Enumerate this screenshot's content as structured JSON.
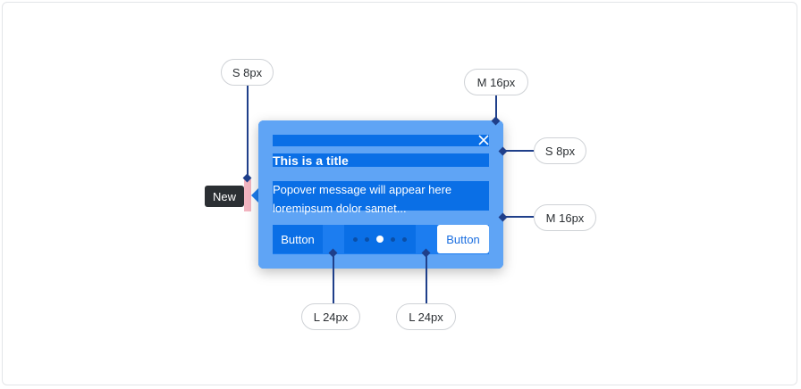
{
  "tag": {
    "label": "New"
  },
  "popover": {
    "title": "This is a title",
    "message_line1": "Popover message will appear here",
    "message_line2": "loremipsum dolor samet...",
    "left_button": "Button",
    "right_button": "Button",
    "pager": {
      "count": 5,
      "active_index": 2
    }
  },
  "annotations": {
    "top_left": "S 8px",
    "top_right": "M 16px",
    "right_upper": "S 8px",
    "right_lower": "M 16px",
    "bottom_left": "L 24px",
    "bottom_right": "L 24px"
  },
  "colors": {
    "popover": "#1c7df0",
    "spacing_band": "#5fa4f5",
    "content_band": "#0a6fe6",
    "annotation_line": "#1f3f8a",
    "tag": "#2b2f33",
    "gap_marker": "#f3b5c1"
  }
}
